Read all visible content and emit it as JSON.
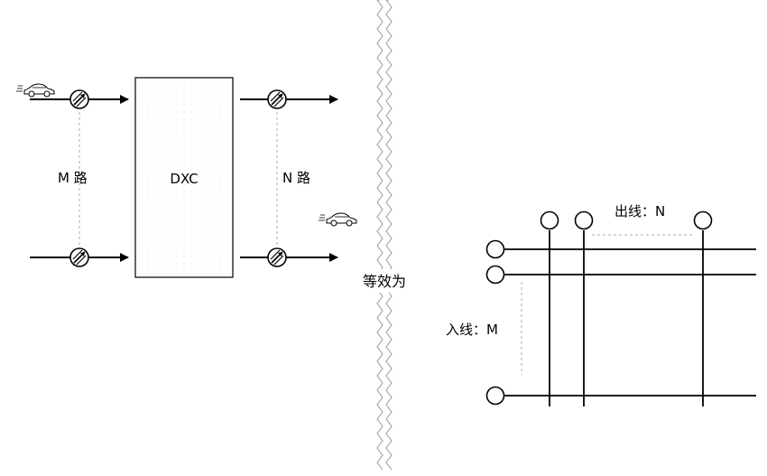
{
  "left": {
    "box_label": "DXC",
    "input_label": "M 路",
    "output_label": "N 路",
    "icons": [
      "car-icon",
      "fiber-port-icon",
      "arrow-icon"
    ]
  },
  "divider": {
    "label": "等效为",
    "icon": "wavy-break-line"
  },
  "right": {
    "output_label": "出线：N",
    "input_label": "入线：M"
  }
}
